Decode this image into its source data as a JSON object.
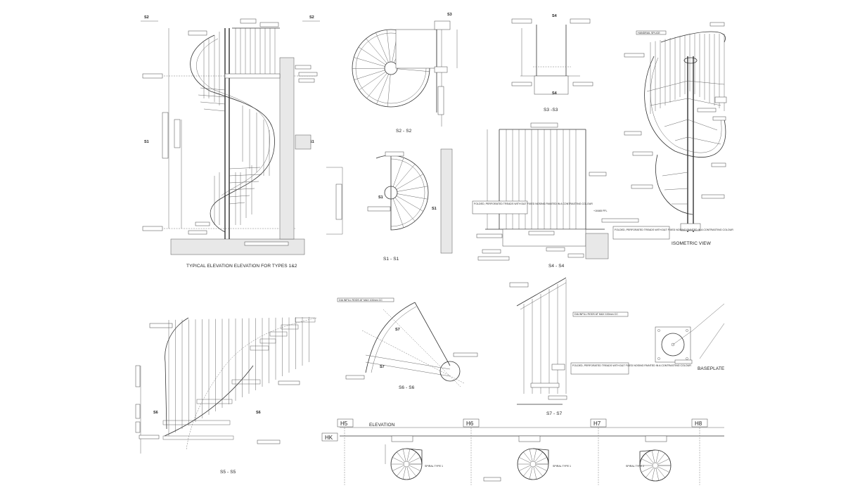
{
  "views": {
    "typical_elevation": {
      "caption": "TYPICAL ELEVATION ELEVATION FOR TYPES 1&2",
      "section_tags": [
        "S2",
        "S2",
        "S1",
        "S1"
      ]
    },
    "s2_plan": {
      "caption": "S2 - S2",
      "section_tag": "S3"
    },
    "s3": {
      "caption": "S3 -S3",
      "section_tags": [
        "S4",
        "S4"
      ]
    },
    "s1_plan": {
      "caption": "S1 - S1",
      "section_tags": [
        "S1",
        "S1"
      ]
    },
    "s4": {
      "caption": "S4 - S4",
      "note": "FOLDED, PERFORATED TREADS WITH D&T FIXED NOSING PAINTED IN A CONTRASTING COLOUR",
      "ffl": "+10465 FFL"
    },
    "isometric": {
      "caption": "ISOMETRIC VIEW",
      "callout": "HANDRAIL SPLICE",
      "note": "FOLDED, PERFORATED TREADS WITH D&T FIXED NOSING PAINTED IN A CONTRASTING COLOUR"
    },
    "s5": {
      "caption": "S5 - S5",
      "section_tags": [
        "S6",
        "S6"
      ]
    },
    "s6": {
      "caption": "S6 - S6",
      "note": "DIA INFILL RODS AT MAX 100mm CC",
      "section_tags": [
        "S7",
        "S7"
      ]
    },
    "s7": {
      "caption": "S7 - S7",
      "note_rods": "DIA INFILL RODS AT MAX 100mm CC",
      "note_treads": "FOLDED, PERFORATED TREADS WITH D&T FIXED NOSING PAINTED IN A CONTRASTING COLOUR"
    },
    "baseplate": {
      "caption": "BASEPLATE"
    },
    "layout_elevation": {
      "caption": "ELEVATION",
      "gridlines": [
        "H5",
        "H6",
        "H7",
        "H8"
      ],
      "row_gridline": "HK",
      "stairs": [
        {
          "label": "SPIRAL TYPE 1"
        },
        {
          "label": "SPIRAL TYPE 1"
        },
        {
          "label": "SPIRAL TYPE 2"
        }
      ]
    }
  }
}
